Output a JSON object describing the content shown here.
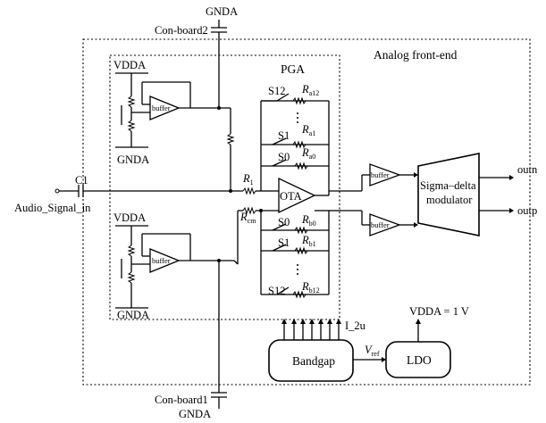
{
  "labels": {
    "gnda_top": "GNDA",
    "con_board2": "Con-board2",
    "analog_frontend": "Analog front-end",
    "vdda_top": "VDDA",
    "gnda_mid": "GNDA",
    "buffer_top": "buffer",
    "pga": "PGA",
    "s12_top": "S12",
    "ra12": "R",
    "ra12_sub": "a12",
    "s1_top": "S1",
    "ra1": "R",
    "ra1_sub": "a1",
    "s0_top": "S0",
    "ra0": "R",
    "ra0_sub": "a0",
    "c1": "C1",
    "audio_in": "Audio_Signal_in",
    "r1": "R",
    "r1_sub": "1",
    "ota": "OTA",
    "rcm": "R",
    "rcm_sub": "cm",
    "s0_bot": "S0",
    "rb0": "R",
    "rb0_sub": "b0",
    "s1_bot": "S1",
    "rb1": "R",
    "rb1_sub": "b1",
    "s12_bot": "S12",
    "rb12": "R",
    "rb12_sub": "b12",
    "vdda_bot": "VDDA",
    "gnda_bot": "GNDA",
    "buffer_bot": "buffer",
    "buffer_out1": "buffer",
    "buffer_out2": "buffer",
    "sigma_delta_1": "Sigma–delta",
    "sigma_delta_2": "modulator",
    "outn": "outn",
    "outp": "outp",
    "i_2u": "I_2u",
    "vdda_1v": "VDDA = 1 V",
    "bandgap": "Bandgap",
    "vref": "V",
    "vref_sub": "ref",
    "ldo": "LDO",
    "con_board1": "Con-board1",
    "gnda_bottom": "GNDA"
  }
}
